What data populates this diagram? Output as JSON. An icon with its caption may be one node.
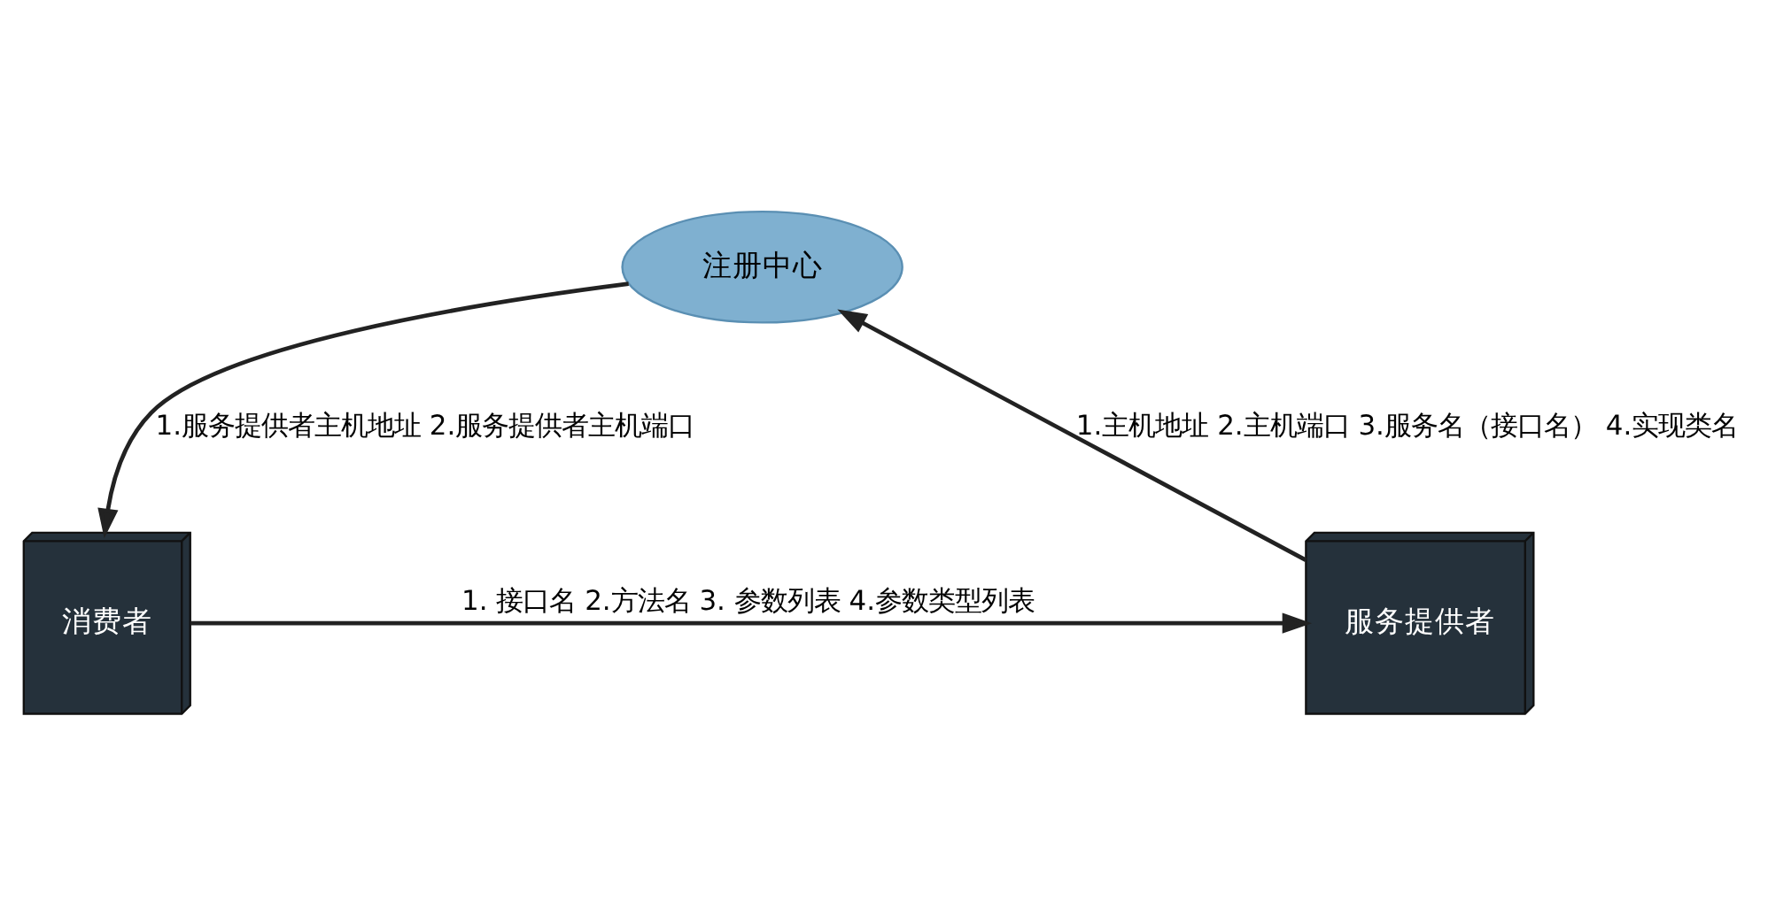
{
  "diagram": {
    "nodes": [
      {
        "text": [
          "注册中心"
        ]
      },
      {
        "text": [
          "消费者"
        ]
      },
      {
        "text": [
          "服务提供者"
        ]
      }
    ],
    "edges": [
      {
        "from": 0,
        "to": 1,
        "arrow": "to",
        "label": "1.服务提供者主机地址 2.服务提供者主机端口"
      },
      {
        "from": 2,
        "to": 0,
        "arrow": "to",
        "label": "1.主机地址 2.主机端口 3.服务名（接口名） 4.实现类名"
      },
      {
        "from": 1,
        "to": 2,
        "arrow": "to",
        "label": "1. 接口名 2.方法名 3. 参数列表 4.参数类型列表"
      }
    ]
  }
}
